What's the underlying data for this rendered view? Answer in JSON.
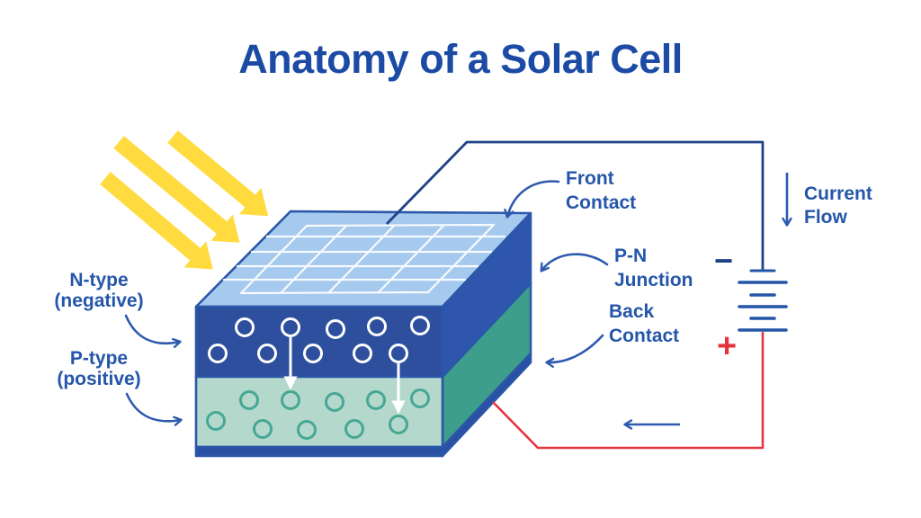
{
  "title": "Anatomy of a Solar Cell",
  "labels": {
    "n_type": {
      "line1": "N-type",
      "line2": "(negative)"
    },
    "p_type": {
      "line1": "P-type",
      "line2": "(positive)"
    },
    "front_contact": {
      "line1": "Front",
      "line2": "Contact"
    },
    "pn_junction": {
      "line1": "P-N",
      "line2": "Junction"
    },
    "back_contact": {
      "line1": "Back",
      "line2": "Contact"
    },
    "current_flow": {
      "line1": "Current",
      "line2": "Flow"
    },
    "battery_minus": "−",
    "battery_plus": "+"
  },
  "colors": {
    "title_blue": "#1c4ba6",
    "label_blue": "#2456a9",
    "wire_navy": "#1e4287",
    "pointer_arrow_blue": "#2d5aad",
    "wire_red": "#e6343f",
    "sun_yellow": "#ffd93c",
    "sun_orange": "#ee9a12",
    "cell_top_light_blue": "#a6c9ee",
    "n_layer_front": "#2e4f9e",
    "n_layer_side": "#2d56ac",
    "p_layer_front": "#b4d9cc",
    "p_layer_side": "#3d9e8b",
    "back_contact_blue": "#2a50a4",
    "grid_white": "#ffffff",
    "hole_circle_teal": "#46a795"
  },
  "diagram": {
    "sun_rays": 3,
    "cell_layers": [
      "front contact grid",
      "N-type silicon",
      "P-type silicon",
      "back contact"
    ],
    "n_layer_electron_circles": 10,
    "p_layer_hole_circles": 10,
    "electron_transfer_arrows": 2,
    "battery_plates": 5,
    "current_direction": "down right side, left along bottom"
  }
}
